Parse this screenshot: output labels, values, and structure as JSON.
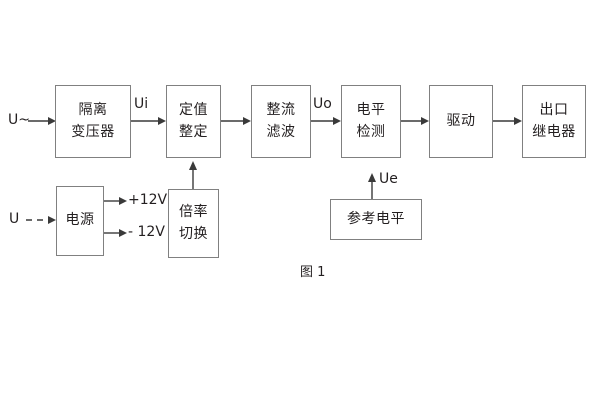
{
  "diagram": {
    "caption": "图 1",
    "blocks": [
      {
        "id": "isolation-transformer",
        "line1": "隔离",
        "line2": "变压器"
      },
      {
        "id": "setting-value",
        "line1": "定值",
        "line2": "整定"
      },
      {
        "id": "rectify-filter",
        "line1": "整流",
        "line2": "滤波"
      },
      {
        "id": "level-detection",
        "line1": "电平",
        "line2": "检测"
      },
      {
        "id": "drive",
        "line1": "驱动",
        "line2": ""
      },
      {
        "id": "output-relay",
        "line1": "出口",
        "line2": "继电器"
      },
      {
        "id": "power-supply",
        "line1": "电源",
        "line2": ""
      },
      {
        "id": "multiplier-switch",
        "line1": "倍率",
        "line2": "切换"
      },
      {
        "id": "reference-level",
        "line1": "参考电平",
        "line2": ""
      }
    ],
    "signals": {
      "input_ac": "U~",
      "input_dc": "U",
      "ui": "Ui",
      "uo": "Uo",
      "ue": "Ue",
      "rail_pos": "+12V",
      "rail_neg": "- 12V"
    },
    "colors": {
      "background": "#ffffff",
      "box_border": "#808080",
      "text": "#231f20",
      "arrow": "#3a3a3a"
    }
  }
}
